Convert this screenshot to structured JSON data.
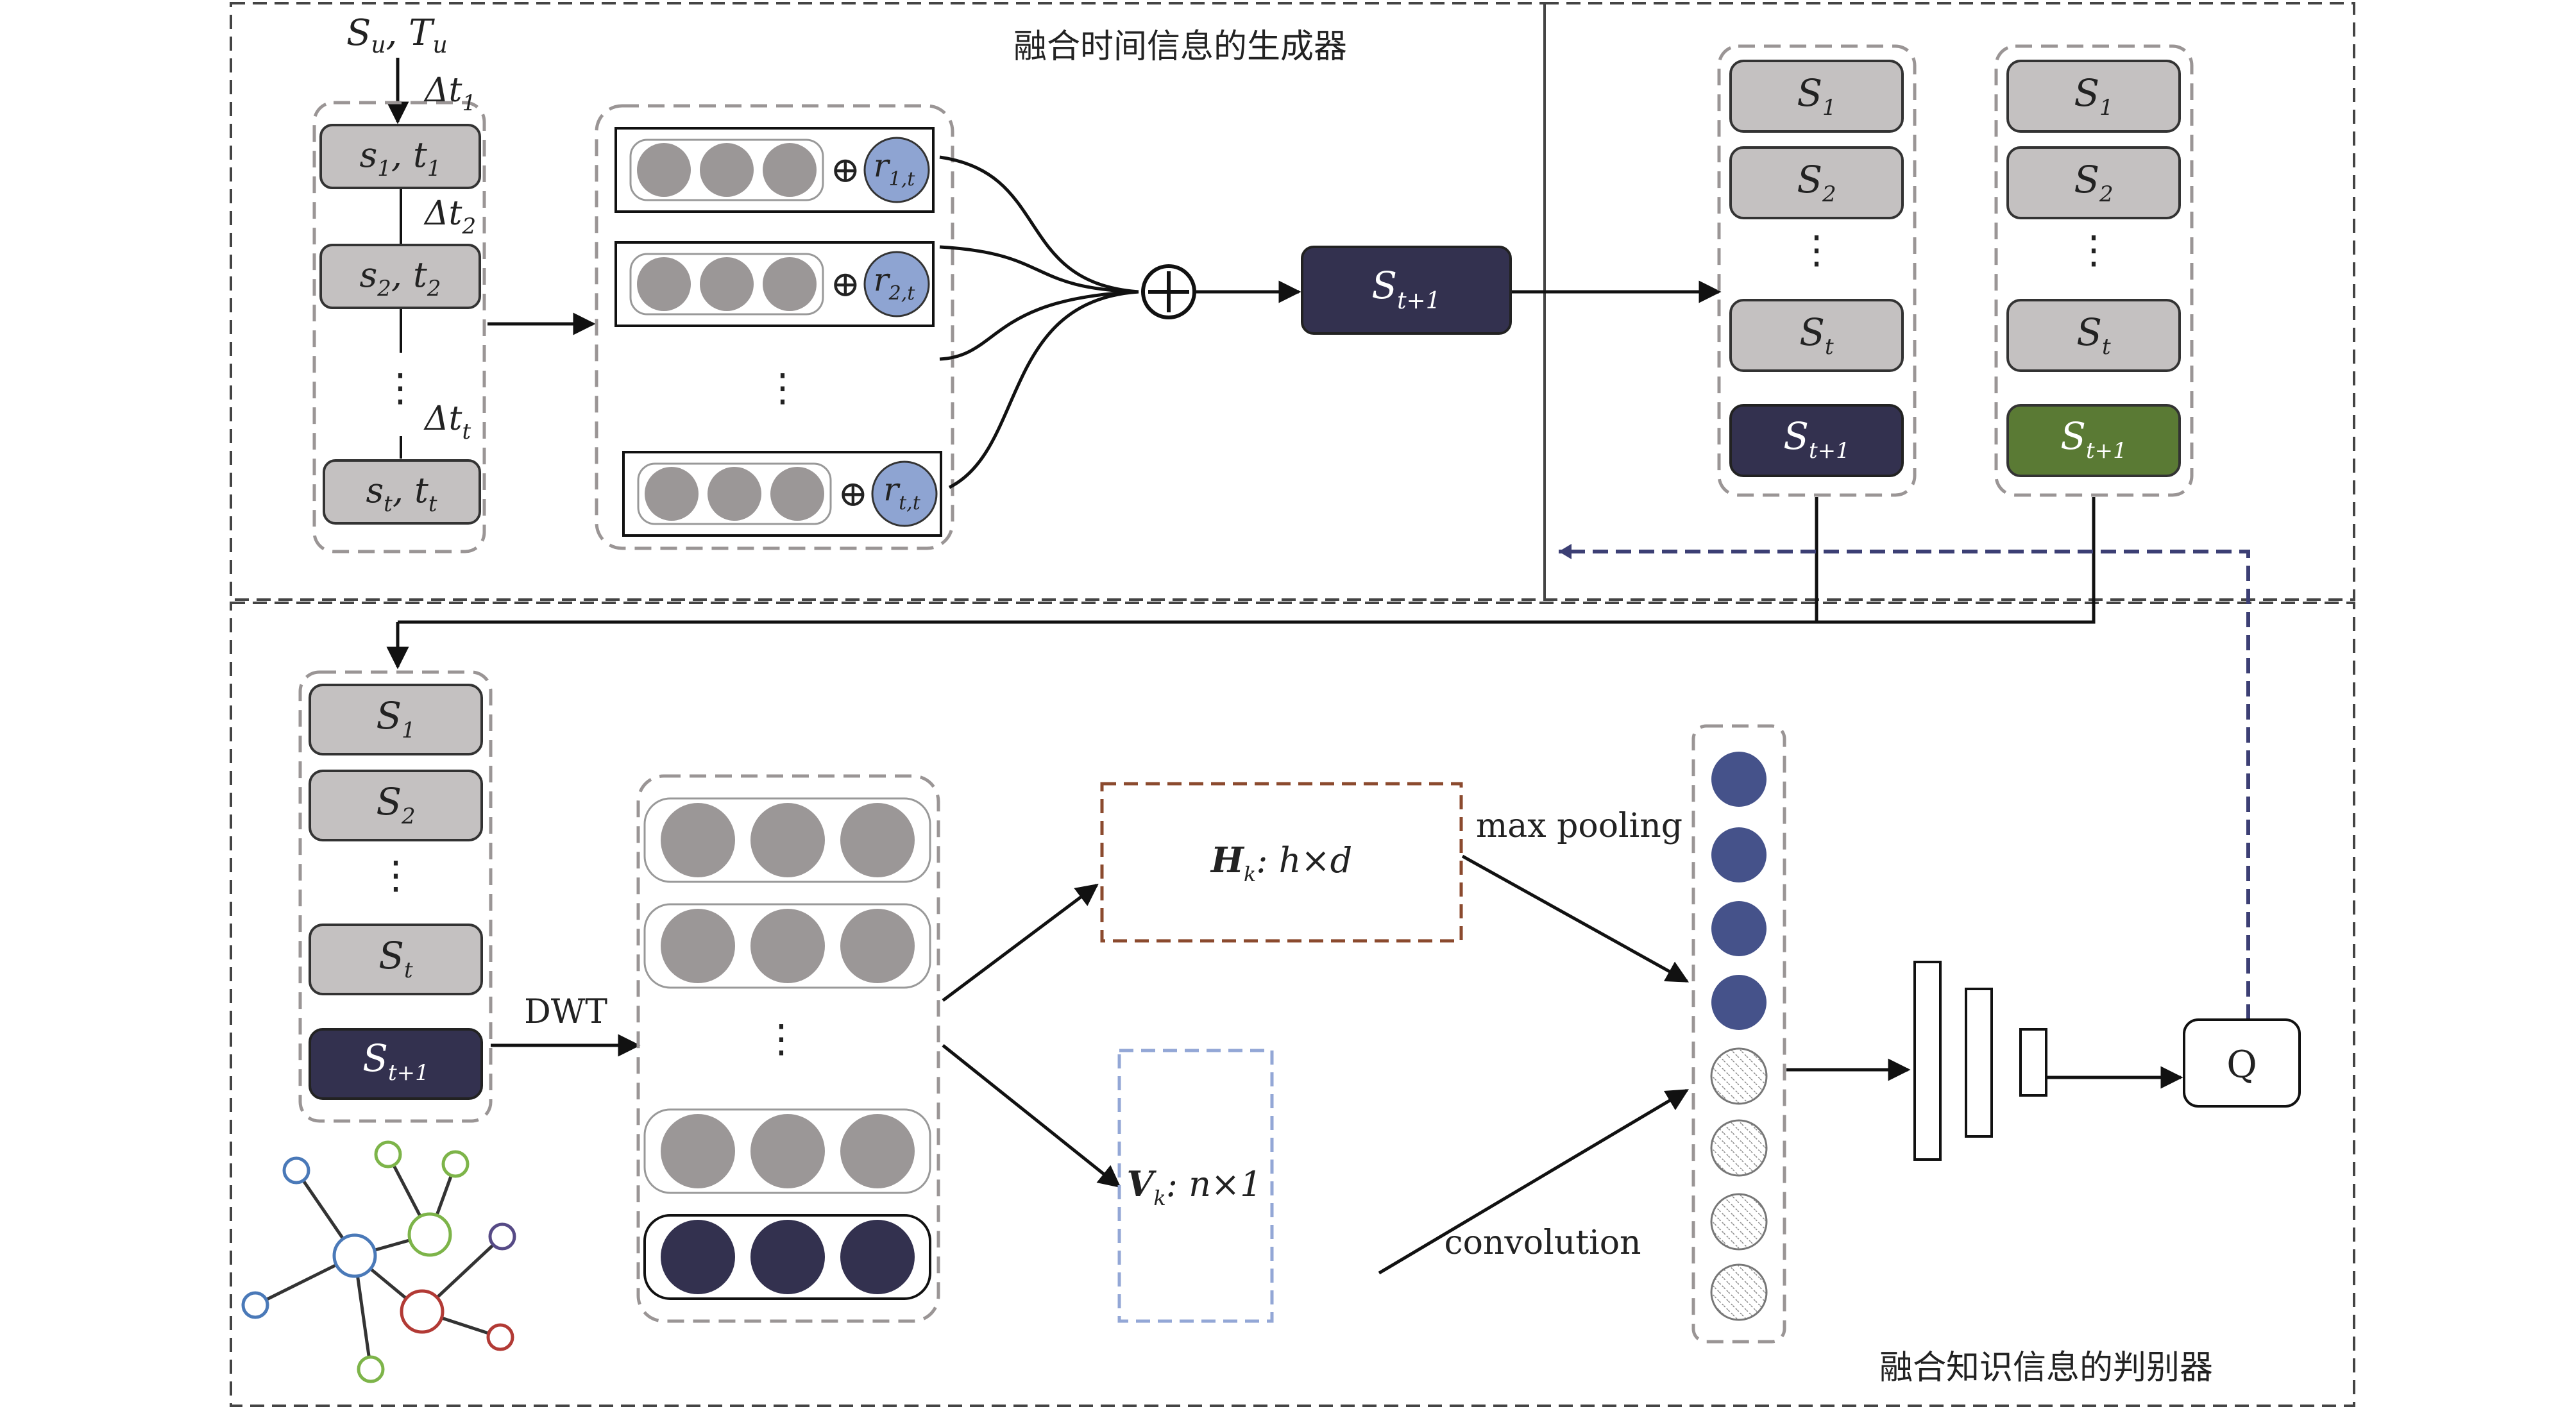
{
  "generator": {
    "title": "融合时间信息的生成器",
    "input_label": {
      "a": "S",
      "a_sub": "u",
      "sep": ", ",
      "b": "T",
      "b_sub": "u"
    },
    "deltas": [
      {
        "main": "Δt",
        "sub": "1"
      },
      {
        "main": "Δt",
        "sub": "2"
      },
      {
        "main": "Δt",
        "sub": "t"
      }
    ],
    "seq_items": [
      {
        "a": "s",
        "a_sub": "1",
        "b": "t",
        "b_sub": "1"
      },
      {
        "a": "s",
        "a_sub": "2",
        "b": "t",
        "b_sub": "2"
      },
      {
        "a": "s",
        "a_sub": "t",
        "b": "t",
        "b_sub": "t"
      }
    ],
    "ellipsis": "⋮",
    "r_labels": [
      {
        "main": "r",
        "sub": "1,t"
      },
      {
        "main": "r",
        "sub": "2,t"
      },
      {
        "main": "r",
        "sub": "t,t"
      }
    ],
    "plus": "⊕",
    "output": {
      "main": "S",
      "sub": "t+1"
    }
  },
  "sequences": {
    "generated": [
      {
        "main": "S",
        "sub": "1"
      },
      {
        "main": "S",
        "sub": "2"
      },
      {
        "main": "S",
        "sub": "t"
      },
      {
        "main": "S",
        "sub": "t+1"
      }
    ],
    "real": [
      {
        "main": "S",
        "sub": "1"
      },
      {
        "main": "S",
        "sub": "2"
      },
      {
        "main": "S",
        "sub": "t"
      },
      {
        "main": "S",
        "sub": "t+1"
      }
    ]
  },
  "discriminator": {
    "title": "融合知识信息的判别器",
    "seq": [
      {
        "main": "S",
        "sub": "1"
      },
      {
        "main": "S",
        "sub": "2"
      },
      {
        "main": "S",
        "sub": "t"
      },
      {
        "main": "S",
        "sub": "t+1"
      }
    ],
    "dwt": "DWT",
    "h_box": {
      "main": "H",
      "sub": "k",
      "rest": ": h×d"
    },
    "v_box": {
      "main": "V",
      "sub": "k",
      "rest": ": n×1"
    },
    "max_pooling": "max pooling",
    "convolution": "convolution",
    "q_label": "Q"
  },
  "colors": {
    "gray_box": "#c4c1c1",
    "gray_circle": "#9b9797",
    "dark_navy": "#33314f",
    "green": "#5a7a34",
    "blue_circle": "#8ea4d2",
    "node_blue": "#45528a",
    "h_border": "#8b4a2e",
    "v_border": "#93a7d6",
    "feedback_line": "#3c3f74",
    "dash_gray": "#9a9595"
  }
}
